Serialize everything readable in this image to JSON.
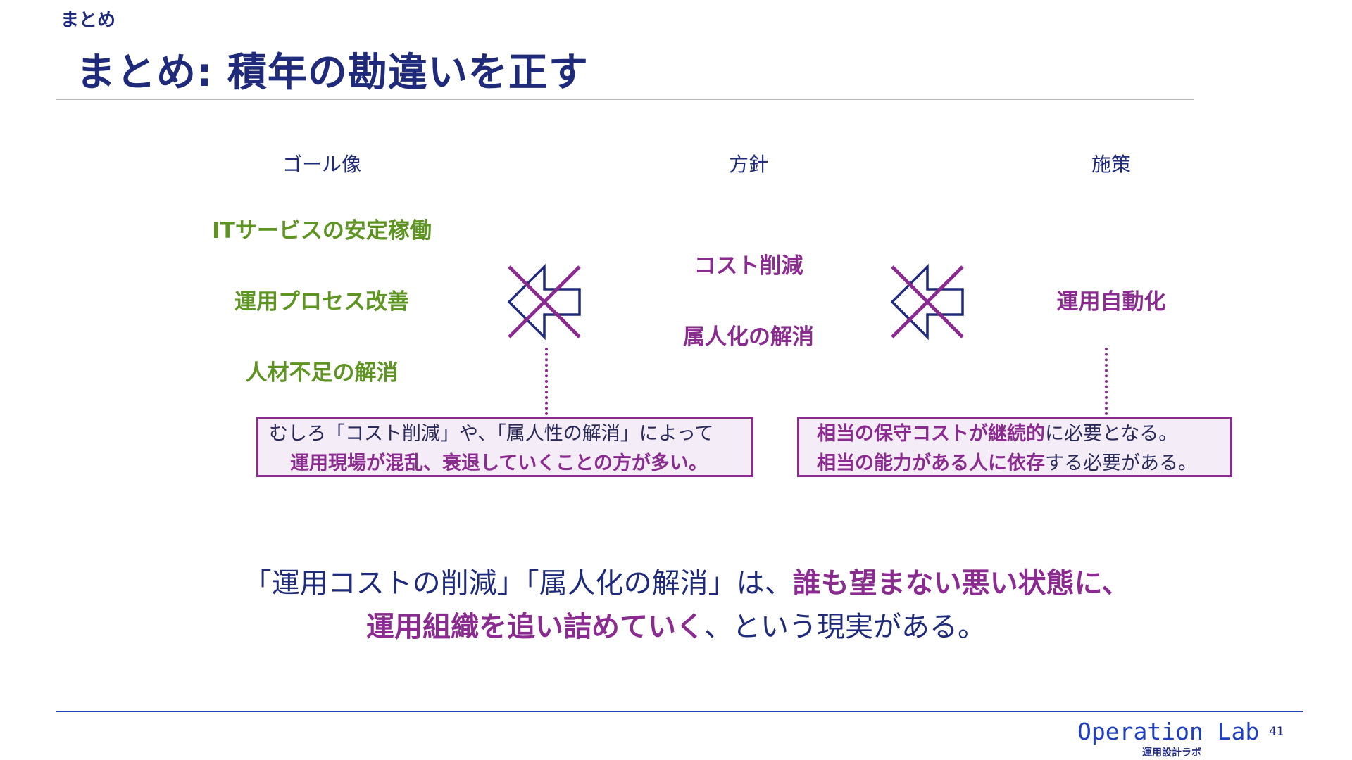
{
  "header": {
    "section_label": "まとめ",
    "title": "まとめ: 積年の勘違いを正す"
  },
  "columns": {
    "goal": "ゴール像",
    "policy": "方針",
    "measure": "施策"
  },
  "goals": [
    "ITサービスの安定稼働",
    "運用プロセス改善",
    "人材不足の解消"
  ],
  "policies": [
    "コスト削減",
    "属人化の解消"
  ],
  "measures": [
    "運用自動化"
  ],
  "left_note": {
    "line1_plain": "むしろ「コスト削減」や、「属人性の解消」によって",
    "line2_strong": "運用現場が混乱、衰退していくことの方が多い。"
  },
  "right_note": {
    "line1_strong": "相当の保守コストが継続的",
    "line1_plain": "に必要となる。",
    "line2_strong": "相当の能力がある人に依存",
    "line2_plain": "する必要がある。"
  },
  "conclusion": {
    "line1_plain": "「運用コストの削減」「属人化の解消」は、",
    "line1_strong": "誰も望まない悪い状態に、",
    "line2_strong": "運用組織を追い詰めていく",
    "line2_plain": "、という現実がある。"
  },
  "footer": {
    "brand": "Operation Lab",
    "brand_sub": "運用設計ラボ",
    "page_number": "41"
  },
  "icons": {
    "blocked_arrow_1": "crossed-left-arrow-icon",
    "blocked_arrow_2": "crossed-left-arrow-icon"
  },
  "colors": {
    "navy": "#1f2a7a",
    "green": "#5e9422",
    "purple": "#8a2b8f",
    "brand_blue": "#1f3fbf",
    "note_bg": "#f4ecf6"
  }
}
